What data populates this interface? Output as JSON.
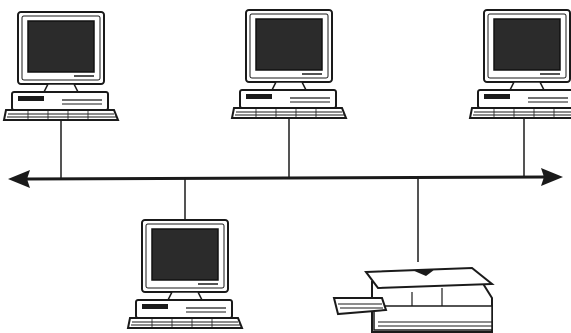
{
  "diagram": {
    "kind": "bus network topology",
    "bus": {
      "arrows": "both-ends"
    },
    "nodes": [
      {
        "id": "pc-top-left",
        "type": "computer",
        "row": "above-bus"
      },
      {
        "id": "pc-top-center",
        "type": "computer",
        "row": "above-bus"
      },
      {
        "id": "pc-top-right",
        "type": "computer",
        "row": "above-bus"
      },
      {
        "id": "pc-bottom",
        "type": "computer",
        "row": "below-bus"
      },
      {
        "id": "printer",
        "type": "printer",
        "row": "below-bus"
      }
    ],
    "colors": {
      "line": "#1a1a1a",
      "screen": "#2b2b2b",
      "paper": "#ffffff"
    }
  }
}
